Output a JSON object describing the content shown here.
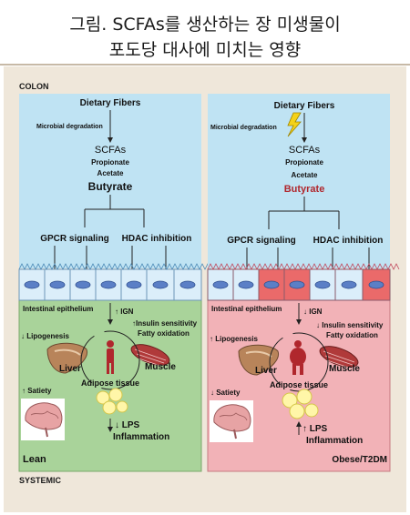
{
  "title_line1": "그림. SCFAs를 생산하는 장 미생물이",
  "title_line2": "포도당 대사에 미치는 영향",
  "colon_label": "COLON",
  "systemic_label": "SYSTEMIC",
  "lean_panel": {
    "dietary_fibers": "Dietary Fibers",
    "microbial_degradation": "Microbial degradation",
    "scfas": "SCFAs",
    "propionate": "Propionate",
    "acetate": "Acetate",
    "butyrate": "Butyrate",
    "gpcr": "GPCR signaling",
    "hdac": "HDAC inhibition",
    "intestinal_epithelium": "Intestinal epithelium",
    "ign": "↑ IGN",
    "insulin_sensitivity": "↑Insulin sensitivity",
    "fatty_oxidation": "Fatty oxidation",
    "lipogenesis": "↓ Lipogenesis",
    "liver": "Liver",
    "muscle": "Muscle",
    "adipose": "Adipose tissue",
    "satiety": "↑ Satiety",
    "lps": "↓ LPS",
    "inflammation": "Inflammation",
    "state": "Lean"
  },
  "obese_panel": {
    "dietary_fibers": "Dietary Fibers",
    "microbial_degradation": "Microbial degradation",
    "scfas": "SCFAs",
    "propionate": "Propionate",
    "acetate": "Acetate",
    "butyrate": "Butyrate",
    "gpcr": "GPCR signaling",
    "hdac": "HDAC inhibition",
    "intestinal_epithelium": "Intestinal epithelium",
    "ign": "↓ IGN",
    "insulin_sensitivity": "↓ Insulin sensitivity",
    "fatty_oxidation": "Fatty oxidation",
    "lipogenesis": "↑ Lipogenesis",
    "liver": "Liver",
    "muscle": "Muscle",
    "adipose": "Adipose tissue",
    "satiety": "↓ Satiety",
    "lps": "↑ LPS",
    "inflammation": "Inflammation",
    "state": "Obese/T2DM"
  },
  "colors": {
    "colon_blue": "#bfe3f3",
    "lean_green": "#a9d39a",
    "obese_pink": "#f2b2b7",
    "butyrate_red": "#b0272d",
    "cell_blue": "#dbeefa",
    "cell_red": "#ea6a6a"
  }
}
